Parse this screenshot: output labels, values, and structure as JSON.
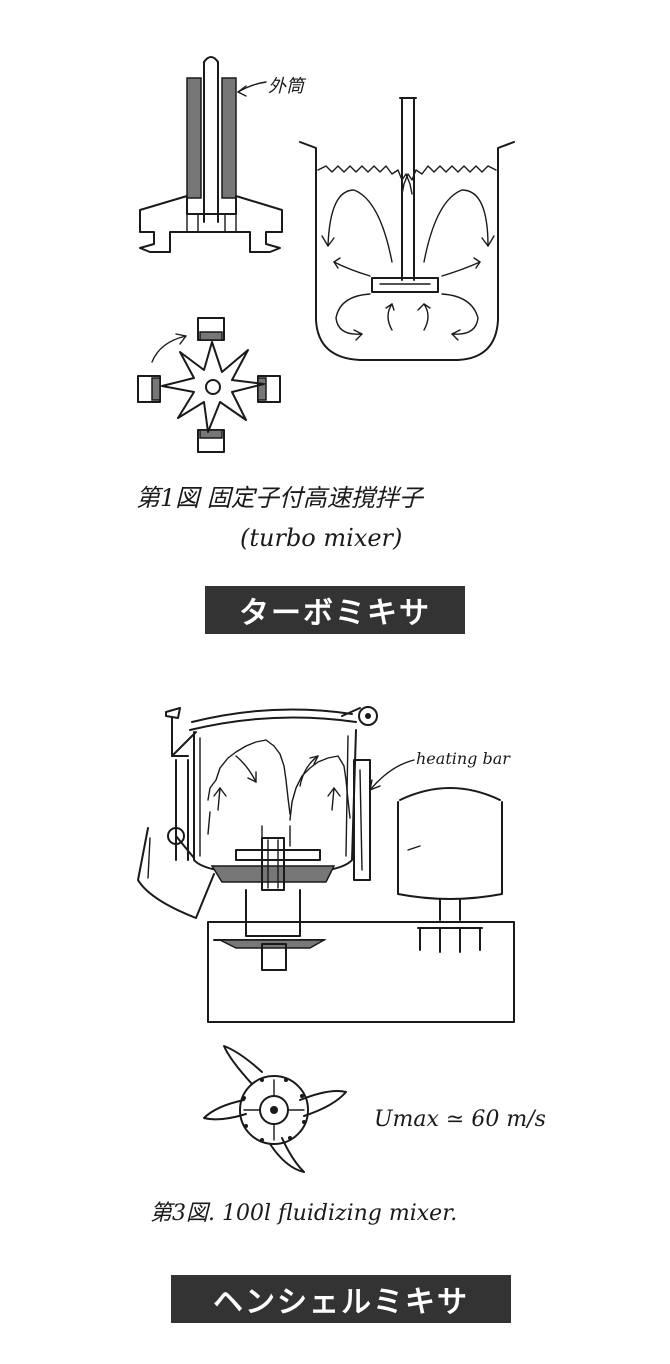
{
  "figure1": {
    "annotation_outer_tube": "外筒",
    "caption": "第1図  固定子付高速撹拌子",
    "caption_en": "(turbo mixer)"
  },
  "label_top": "ターボミキサ",
  "figure3": {
    "annotation_heating_bar": "heating bar",
    "formula": "Umax ≃ 60 m/s",
    "caption": "第3図. 100l fluidizing mixer."
  },
  "label_bottom": "ヘンシェルミキサ"
}
